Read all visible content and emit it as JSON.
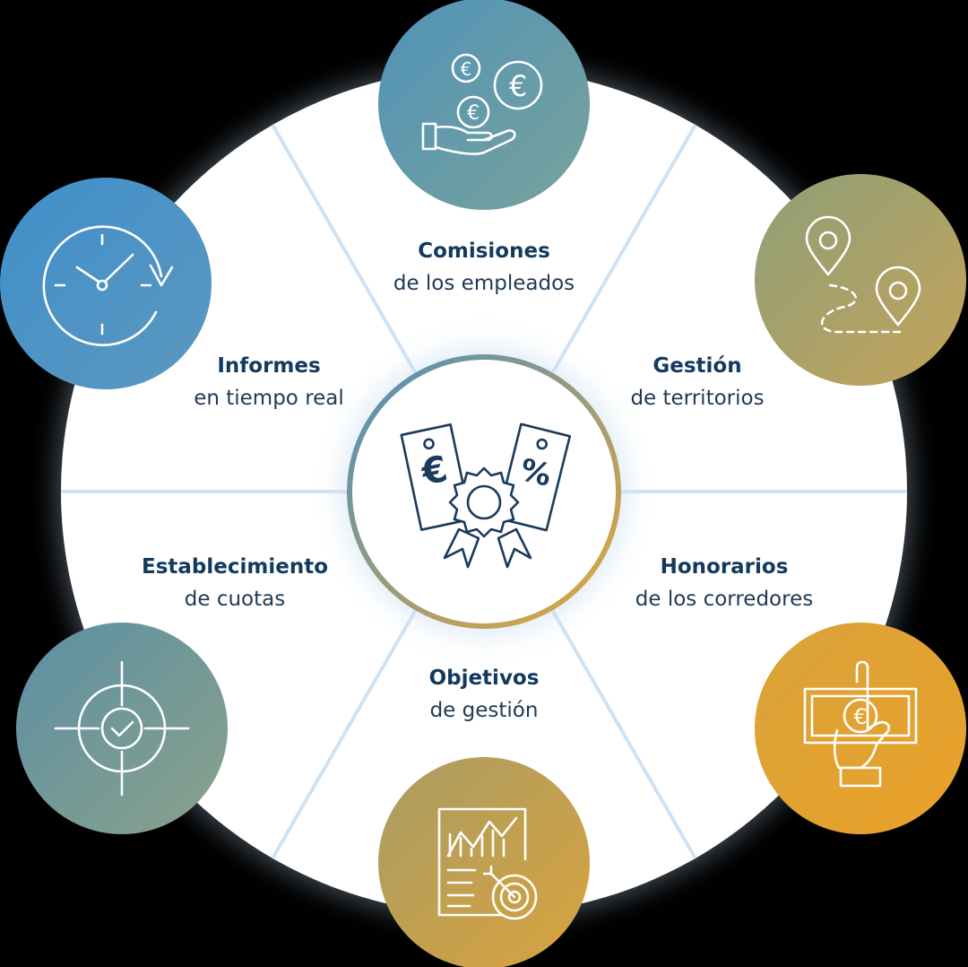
{
  "segments": [
    {
      "id": "comisiones",
      "title": "Comisiones",
      "subtitle": "de los empleados",
      "icon": "hand-coins-euro-icon",
      "color_from": "#4f93b8",
      "color_to": "#7aa29b"
    },
    {
      "id": "gestion",
      "title": "Gestión",
      "subtitle": "de territorios",
      "icon": "map-route-pins-icon",
      "color_from": "#8e9f78",
      "color_to": "#c4a35a"
    },
    {
      "id": "honorarios",
      "title": "Honorarios",
      "subtitle": "de los corredores",
      "icon": "hand-banknote-euro-icon",
      "color_from": "#d9a33a",
      "color_to": "#eaa129"
    },
    {
      "id": "objetivos",
      "title": "Objetivos",
      "subtitle": "de gestión",
      "icon": "report-chart-target-icon",
      "color_from": "#a99c63",
      "color_to": "#d9a33e"
    },
    {
      "id": "cuotas",
      "title": "Establecimiento",
      "subtitle": "de cuotas",
      "icon": "crosshair-check-icon",
      "color_from": "#5c8fa4",
      "color_to": "#8aa28b"
    },
    {
      "id": "informes",
      "title": "Informes",
      "subtitle": "en tiempo real",
      "icon": "clock-refresh-icon",
      "color_from": "#3f8fcb",
      "color_to": "#5c98bf"
    }
  ],
  "center": {
    "icon": "price-tags-euro-percent-badge-icon",
    "ring_from": "#4f8fbd",
    "ring_to": "#e6a73a"
  },
  "colors": {
    "background": "#000000",
    "wheel": "#ffffff",
    "divider": "#cfe2f3",
    "text_dark": "#133a5e"
  }
}
